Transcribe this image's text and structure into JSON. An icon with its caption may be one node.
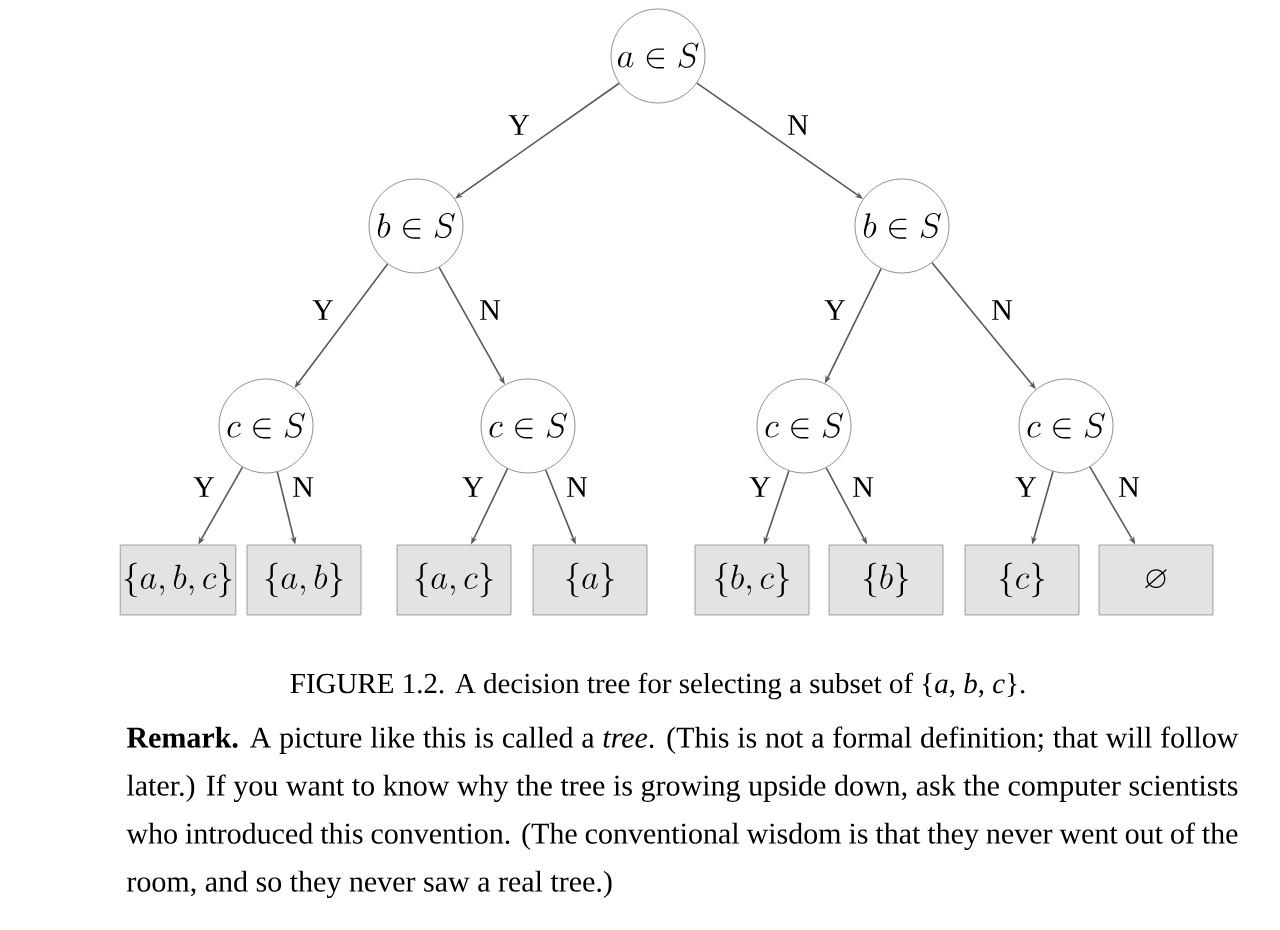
{
  "diagram": {
    "caption": "FIGURE 1.2. A decision tree for selecting a subset of {*a*, *b*, *c*}.",
    "nodes": [
      {
        "text": [
          "a \\in S"
        ]
      },
      {
        "text": [
          "b \\in S"
        ]
      },
      {
        "text": [
          "b \\in S"
        ]
      },
      {
        "text": [
          "c \\in S"
        ]
      },
      {
        "text": [
          "c \\in S"
        ]
      },
      {
        "text": [
          "c \\in S"
        ]
      },
      {
        "text": [
          "c \\in S"
        ]
      },
      {
        "text": [
          "\\{a,b,c\\}"
        ]
      },
      {
        "text": [
          "\\{a,b\\}"
        ]
      },
      {
        "text": [
          "\\{a,c\\}"
        ]
      },
      {
        "text": [
          "\\{a\\}"
        ]
      },
      {
        "text": [
          "\\{b,c\\}"
        ]
      },
      {
        "text": [
          "\\{b\\}"
        ]
      },
      {
        "text": [
          "\\{c\\}"
        ]
      },
      {
        "text": [
          "\\varnothing"
        ]
      }
    ],
    "edges": [
      {
        "from": 0,
        "to": 1,
        "arrow": "to",
        "label": "Y"
      },
      {
        "from": 0,
        "to": 2,
        "arrow": "to",
        "label": "N"
      },
      {
        "from": 1,
        "to": 3,
        "arrow": "to",
        "label": "Y"
      },
      {
        "from": 1,
        "to": 4,
        "arrow": "to",
        "label": "N"
      },
      {
        "from": 2,
        "to": 5,
        "arrow": "to",
        "label": "Y"
      },
      {
        "from": 2,
        "to": 6,
        "arrow": "to",
        "label": "N"
      },
      {
        "from": 3,
        "to": 7,
        "arrow": "to",
        "label": "Y"
      },
      {
        "from": 3,
        "to": 8,
        "arrow": "to",
        "label": "N"
      },
      {
        "from": 4,
        "to": 9,
        "arrow": "to",
        "label": "Y"
      },
      {
        "from": 4,
        "to": 10,
        "arrow": "to",
        "label": "N"
      },
      {
        "from": 5,
        "to": 11,
        "arrow": "to",
        "label": "Y"
      },
      {
        "from": 5,
        "to": 12,
        "arrow": "to",
        "label": "N"
      },
      {
        "from": 6,
        "to": 13,
        "arrow": "to",
        "label": "Y"
      },
      {
        "from": 6,
        "to": 14,
        "arrow": "to",
        "label": "N"
      }
    ],
    "labels": [
      "**Remark.** A picture like this is called a *tree*. (This is not a formal definition; that will follow later.) If you want to know why the tree is growing upside down, ask the computer scientists who introduced this convention. (The conventional wisdom is that they never went out of the room, and so they never saw a real tree.)"
    ]
  }
}
